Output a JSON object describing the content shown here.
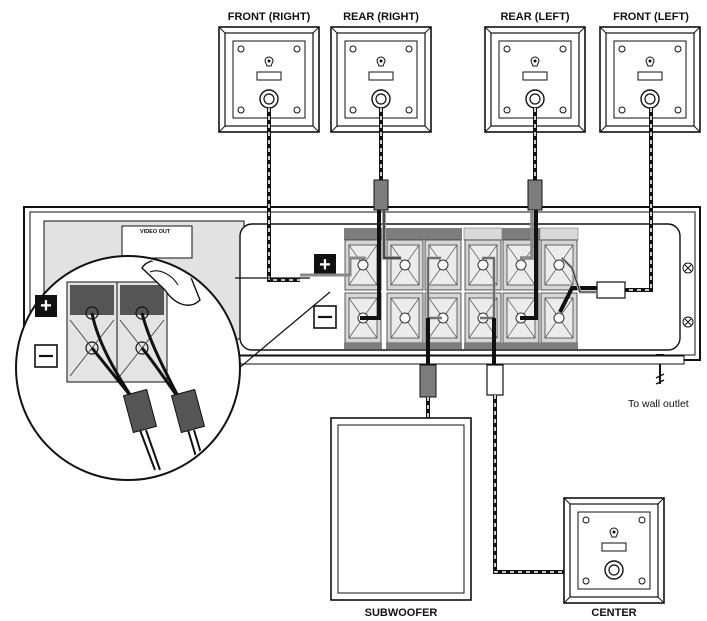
{
  "speakers": {
    "front_right": "FRONT (RIGHT)",
    "rear_right": "REAR (RIGHT)",
    "rear_left": "REAR (LEFT)",
    "front_left": "FRONT (LEFT)",
    "subwoofer": "SUBWOOFER",
    "center": "CENTER"
  },
  "receiver": {
    "video_out": "VIDEO OUT",
    "wall_outlet": "To wall outlet"
  },
  "polarity": {
    "plus": "+",
    "minus": "−"
  },
  "colors": {
    "terminal_dark": "#7d7d7d",
    "terminal_light": "#d9d9d9",
    "panel_gray": "#e2e2e2",
    "cable": "#111111"
  }
}
